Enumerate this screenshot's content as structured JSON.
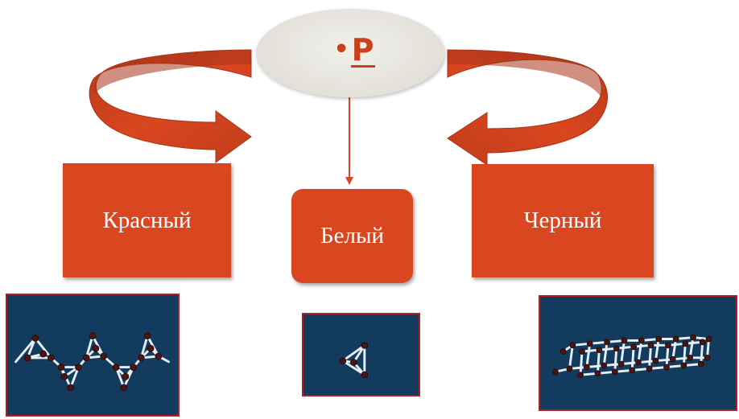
{
  "center": {
    "bullet": "•",
    "symbol": "P"
  },
  "boxes": {
    "red": "Красный",
    "white": "Белый",
    "black": "Черный"
  },
  "colors": {
    "accent": "#d9461f",
    "arrow_dark": "#a8341a",
    "panel_bg": "#123b5e",
    "panel_border": "#b21e28",
    "ellipse": "#e2e0d8"
  }
}
